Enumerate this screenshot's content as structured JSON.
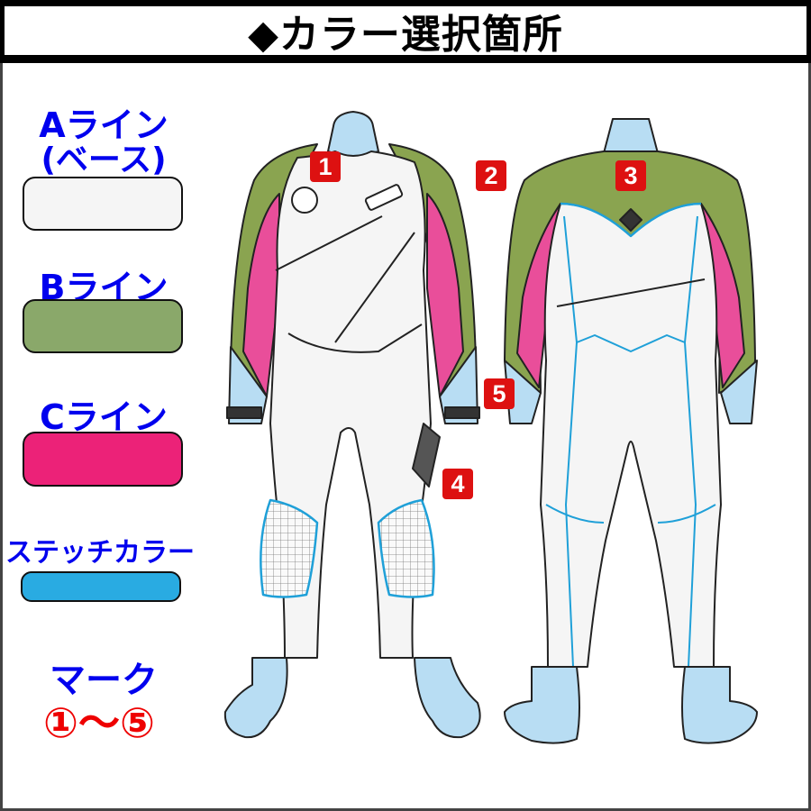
{
  "header": {
    "title": "◆カラー選択箇所"
  },
  "legend": {
    "a_line": {
      "label": "Aライン",
      "sublabel": "(ベース)",
      "color": "#f5f5f5"
    },
    "b_line": {
      "label": "Bライン",
      "color": "#8aa86a"
    },
    "c_line": {
      "label": "Cライン",
      "color": "#ec2278"
    },
    "stitch": {
      "label": "ステッチカラー",
      "color": "#29abe2"
    },
    "mark": {
      "label": "マーク",
      "range": "①〜⑤"
    }
  },
  "markers": [
    {
      "number": "1"
    },
    {
      "number": "2"
    },
    {
      "number": "3"
    },
    {
      "number": "4"
    },
    {
      "number": "5"
    }
  ],
  "colors": {
    "base": "#f5f5f5",
    "b_line": "#8aa450",
    "c_line": "#e94e9a",
    "accent_blue": "#b8ddf3",
    "stitch": "#1fa0d8",
    "marker_red": "#dd1111"
  }
}
